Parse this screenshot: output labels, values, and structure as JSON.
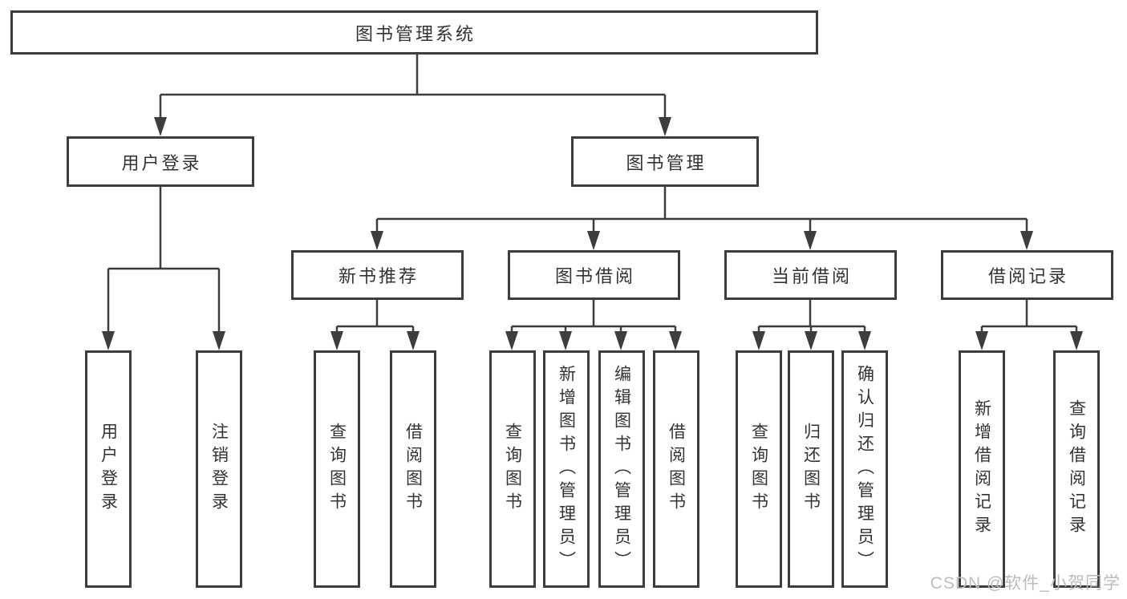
{
  "tree": {
    "label": "图书管理系统",
    "children": [
      {
        "label": "用户登录",
        "children": [
          {
            "label": "用户登录"
          },
          {
            "label": "注销登录"
          }
        ]
      },
      {
        "label": "图书管理",
        "children": [
          {
            "label": "新书推荐",
            "children": [
              {
                "label": "查询图书"
              },
              {
                "label": "借阅图书"
              }
            ]
          },
          {
            "label": "图书借阅",
            "children": [
              {
                "label": "查询图书"
              },
              {
                "label": "新增图书（管理员）"
              },
              {
                "label": "编辑图书（管理员）"
              },
              {
                "label": "借阅图书"
              }
            ]
          },
          {
            "label": "当前借阅",
            "children": [
              {
                "label": "查询图书"
              },
              {
                "label": "归还图书"
              },
              {
                "label": "确认归还（管理员）"
              }
            ]
          },
          {
            "label": "借阅记录",
            "children": [
              {
                "label": "新增借阅记录"
              },
              {
                "label": "查询借阅记录"
              }
            ]
          }
        ]
      }
    ]
  },
  "colors": {
    "line": "#3d3d3d",
    "text": "#333333",
    "watermark": "#bcbcbc"
  },
  "watermark": "CSDN @软件_小贺同学"
}
